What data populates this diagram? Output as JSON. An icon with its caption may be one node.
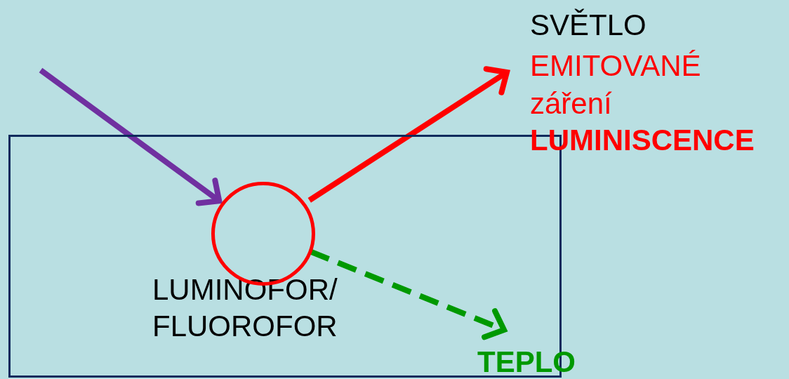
{
  "diagram": {
    "nodes": [
      {
        "text": [
          "LUMINOFOR/ FLUOROFOR"
        ]
      },
      {
        "text": [],
        "shape": "circle",
        "in": 0
      },
      {
        "text": [
          "SVĚTLO",
          "EMITOVANÉ záření",
          "LUMINISCENCE"
        ]
      },
      {
        "text": [
          "TEPLO"
        ]
      }
    ],
    "edges": [
      {
        "from": null,
        "to": 1,
        "arrow": "to",
        "color": "#7030a0"
      },
      {
        "from": 1,
        "to": 2,
        "arrow": "to",
        "color": "#ff0000"
      },
      {
        "from": 1,
        "to": 3,
        "arrow": "to",
        "style": "dashed",
        "color": "#009900"
      }
    ]
  }
}
